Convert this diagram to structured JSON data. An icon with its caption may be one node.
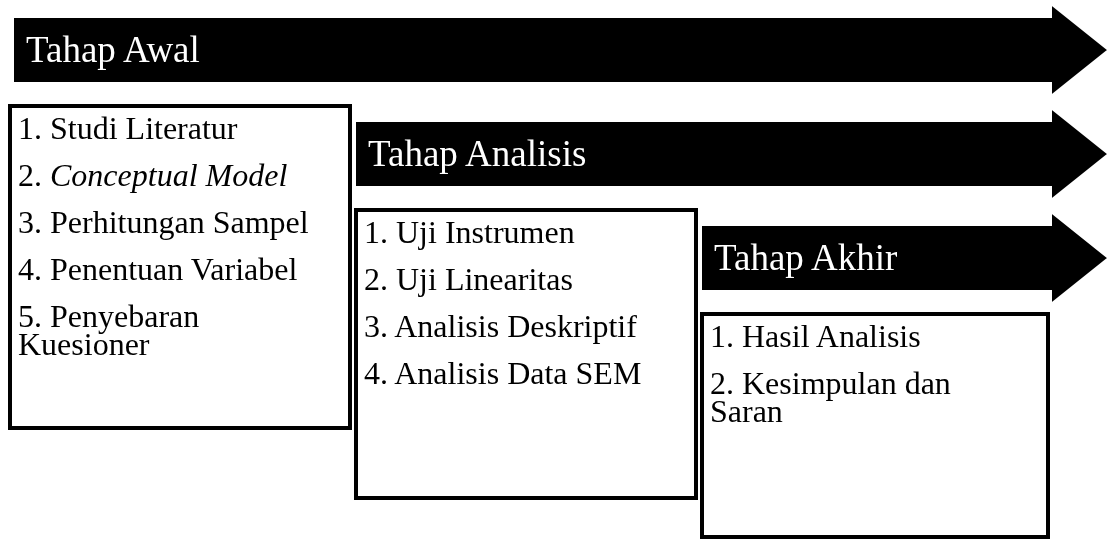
{
  "diagram": {
    "nodes": [
      {
        "text": [
          "Tahap Awal"
        ]
      },
      {
        "text": [
          "1. Studi Literatur",
          "2. *Conceptual Model*",
          "3. Perhitungan Sampel",
          "4. Penentuan Variabel",
          "5. Penyebaran Kuesioner"
        ]
      },
      {
        "text": [
          "Tahap Analisis"
        ]
      },
      {
        "text": [
          "1. Uji Instrumen",
          "2. Uji Linearitas",
          "3. Analisis Deskriptif",
          "4. Analisis Data SEM"
        ]
      },
      {
        "text": [
          "Tahap Akhir"
        ]
      },
      {
        "text": [
          "1. Hasil Analisis",
          "2. Kesimpulan dan Saran"
        ]
      }
    ],
    "edges": []
  }
}
